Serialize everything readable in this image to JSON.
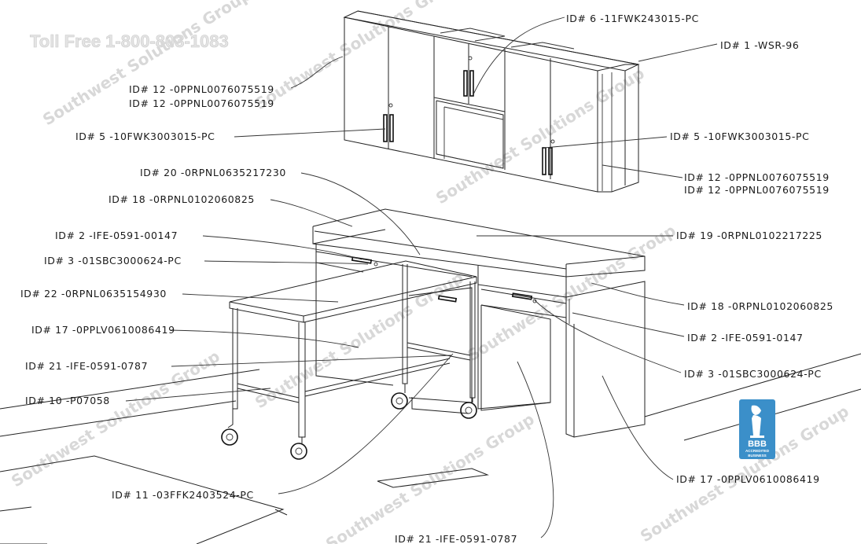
{
  "banner": {
    "toll_free": "Toll Free 1-800-803-1083"
  },
  "watermark": {
    "text": "Southwest Solutions Group"
  },
  "badge": {
    "main": "BBB",
    "sub1": "ACCREDITED",
    "sub2": "BUSINESS",
    "color": "#3b8fc9"
  },
  "labels": {
    "id6": "ID# 6 -11FWK243015-PC",
    "id1": "ID# 1 -WSR-96",
    "id12a": "ID# 12 -0PPNL0076075519",
    "id12b": "ID# 12 -0PPNL0076075519",
    "id5a": "ID# 5 -10FWK3003015-PC",
    "id5b": "ID# 5 -10FWK3003015-PC",
    "id12c": "ID# 12 -0PPNL0076075519",
    "id12d": "ID# 12 -0PPNL0076075519",
    "id20": "ID# 20 -0RPNL0635217230",
    "id18a": "ID# 18 -0RPNL0102060825",
    "id2a": "ID# 2 -IFE-0591-00147",
    "id19": "ID# 19 -0RPNL0102217225",
    "id3a": "ID# 3 -01SBC3000624-PC",
    "id22": "ID# 22 -0RPNL0635154930",
    "id18b": "ID# 18 -0RPNL0102060825",
    "id17a": "ID# 17 -0PPLV0610086419",
    "id2b": "ID# 2 -IFE-0591-0147",
    "id21a": "ID# 21 -IFE-0591-0787",
    "id3b": "ID# 3 -01SBC3000624-PC",
    "id10": "ID# 10 -P07058",
    "id17b": "ID# 17 -0PPLV0610086419",
    "id11": "ID# 11 -03FFK2403524-PC",
    "id21b": "ID# 21 -IFE-0591-0787"
  }
}
